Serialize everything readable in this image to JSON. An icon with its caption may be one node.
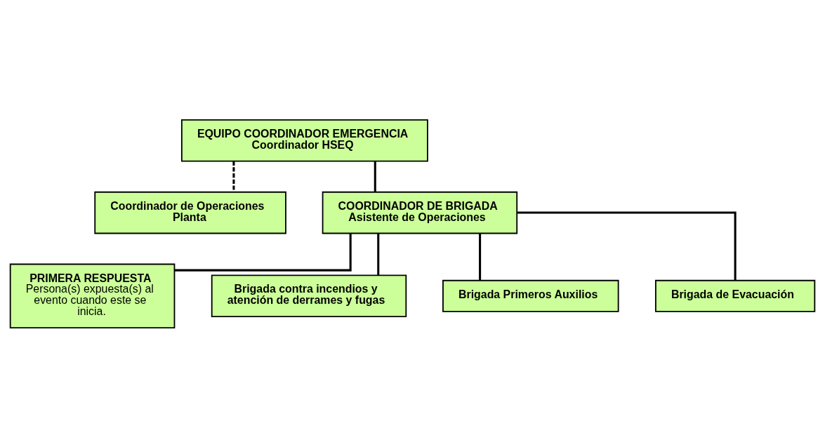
{
  "diagram": {
    "nodes": [
      {
        "text": [
          "EQUIPO COORDINADOR EMERGENCIA",
          "Coordinador HSEQ"
        ]
      },
      {
        "text": [
          "Coordinador de Operaciones Planta"
        ]
      },
      {
        "text": [
          "COORDINADOR DE BRIGADA",
          "Asistente de Operaciones"
        ]
      },
      {
        "text": [
          "PRIMERA RESPUESTA",
          "Persona(s) expuesta(s) al evento cuando este se inicia."
        ]
      },
      {
        "text": [
          "Brigada contra incendios y atención de derrames y fugas"
        ]
      },
      {
        "text": [
          "Brigada Primeros Auxilios"
        ]
      },
      {
        "text": [
          "Brigada de Evacuación"
        ]
      }
    ],
    "edges": [
      {
        "from": 0,
        "to": 2,
        "arrow": "none"
      },
      {
        "from": 0,
        "to": 1,
        "arrow": "none",
        "style": "dashed"
      },
      {
        "from": 2,
        "to": 3,
        "arrow": "none"
      },
      {
        "from": 2,
        "to": 4,
        "arrow": "none"
      },
      {
        "from": 2,
        "to": 5,
        "arrow": "none"
      },
      {
        "from": 2,
        "to": 6,
        "arrow": "none"
      }
    ]
  }
}
